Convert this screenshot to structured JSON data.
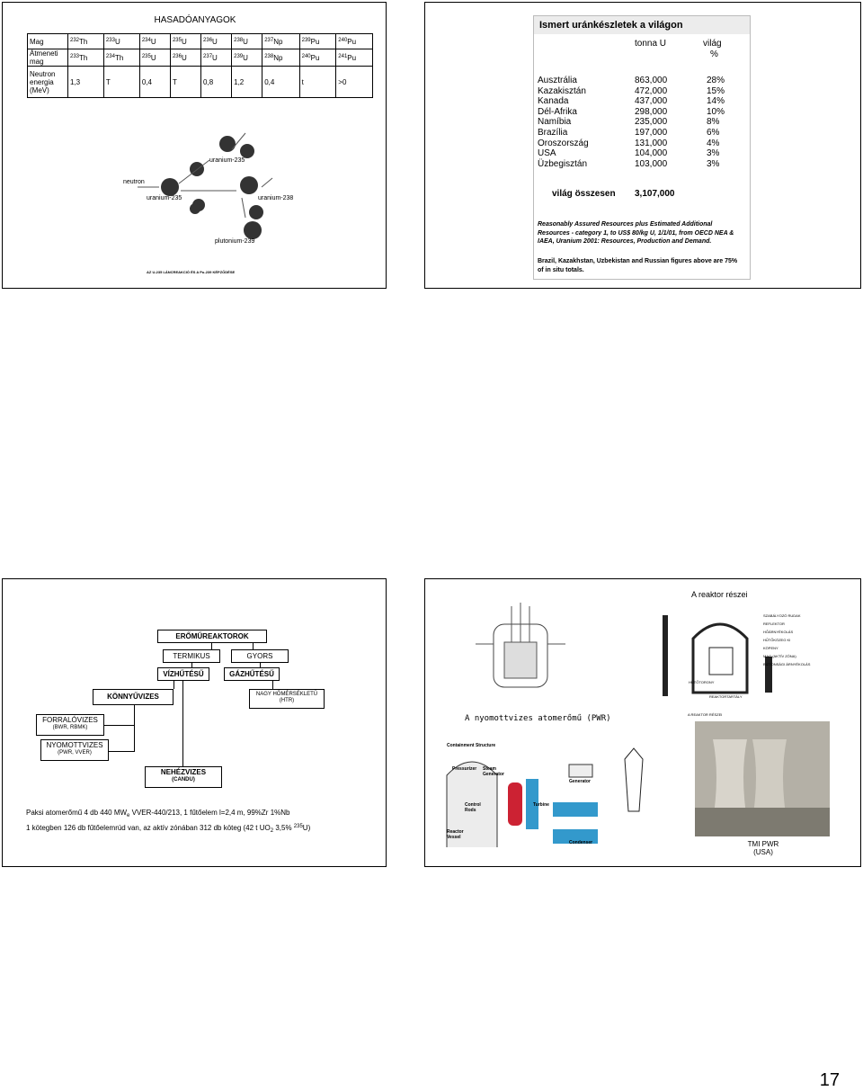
{
  "slide1": {
    "title": "HASADÓANYAGOK",
    "table": {
      "row1": {
        "label": "Mag",
        "cells": [
          {
            "mass": "232",
            "el": "Th"
          },
          {
            "mass": "233",
            "el": "U"
          },
          {
            "mass": "234",
            "el": "U"
          },
          {
            "mass": "235",
            "el": "U"
          },
          {
            "mass": "236",
            "el": "U"
          },
          {
            "mass": "238",
            "el": "U"
          },
          {
            "mass": "237",
            "el": "Np"
          },
          {
            "mass": "239",
            "el": "Pu"
          },
          {
            "mass": "240",
            "el": "Pu"
          }
        ]
      },
      "row2": {
        "label": "Átmeneti mag",
        "cells": [
          {
            "mass": "233",
            "el": "Th"
          },
          {
            "mass": "234",
            "el": "Th"
          },
          {
            "mass": "235",
            "el": "U"
          },
          {
            "mass": "236",
            "el": "U"
          },
          {
            "mass": "237",
            "el": "U"
          },
          {
            "mass": "239",
            "el": "U"
          },
          {
            "mass": "238",
            "el": "Np"
          },
          {
            "mass": "240",
            "el": "Pu"
          },
          {
            "mass": "241",
            "el": "Pu"
          }
        ]
      },
      "row3": {
        "label": "Neutron energia (MeV)",
        "cells": [
          "1,3",
          "T",
          "0,4",
          "T",
          "0,8",
          "1,2",
          "0,4",
          "t",
          ">0"
        ]
      }
    },
    "diagram": {
      "neutron": "neutron",
      "u235_left": "uranium-235",
      "u235_top": "uranium-235",
      "u238": "uranium-238",
      "pu239": "plutonium-239",
      "caption": "AZ U-235 LÁNCREAKCIÓ ÉS A Pu-239 KÉPZŐDÉSE"
    }
  },
  "slide2": {
    "title": "Ismert uránkészletek a világon",
    "col1": "tonna U",
    "col2": "világ",
    "col2b": "%",
    "rows": [
      {
        "country": "Ausztrália",
        "tonnes": "863,000",
        "pct": "28%"
      },
      {
        "country": "Kazakisztán",
        "tonnes": "472,000",
        "pct": "15%"
      },
      {
        "country": "Kanada",
        "tonnes": "437,000",
        "pct": "14%"
      },
      {
        "country": "Dél-Afrika",
        "tonnes": "298,000",
        "pct": "10%"
      },
      {
        "country": "Namíbia",
        "tonnes": "235,000",
        "pct": "8%"
      },
      {
        "country": "Brazília",
        "tonnes": "197,000",
        "pct": "6%"
      },
      {
        "country": "Oroszország",
        "tonnes": "131,000",
        "pct": "4%"
      },
      {
        "country": "USA",
        "tonnes": "104,000",
        "pct": "3%"
      },
      {
        "country": "Üzbegisztán",
        "tonnes": "103,000",
        "pct": "3%"
      }
    ],
    "total_label": "világ összesen",
    "total_value": "3,107,000",
    "note1": "Reasonably Assured Resources plus Estimated Additional Resources - category 1, to US$ 80/kg U, 1/1/01, from OECD NEA & IAEA, Uranium 2001: Resources, Production and Demand.",
    "note2": "Brazil, Kazakhstan, Uzbekistan and Russian figures above are 75% of in situ totals."
  },
  "slide3": {
    "top": "ERŐMŰREAKTOROK",
    "termikus": "TERMIKUS",
    "gyors": "GYORS",
    "vizhutesu": "VÍZHŰTÉSŰ",
    "gazhutesu": "GÁZHŰTÉSŰ",
    "konnyuvizes": "KÖNNYŰVIZES",
    "htr": "NAGY HŐMÉRSÉKLETŰ",
    "htr_sub": "(HTR)",
    "forralo": "FORRALÓVIZES",
    "forralo_sub": "(BWR, RBMK)",
    "nyomott": "NYOMOTTVIZES",
    "nyomott_sub": "(PWR, VVER)",
    "nehez": "NEHÉZVIZES",
    "nehez_sub": "(CANDU)",
    "line1_a": "Paksi atomerőmű 4 db 440 MW",
    "line1_sub": "e",
    "line1_b": " VVER-440/213, 1 fűtőelem l=2,4 m, 99%Zr 1%Nb",
    "line2_a": "1 kötegben 126 db fűtőelemrúd van, az aktív zónában 312 db köteg (42 t UO",
    "line2_sub": "2",
    "line2_b": " 3,5% ",
    "line2_sup": "235",
    "line2_c": "U)"
  },
  "slide4": {
    "title": "A reaktor részei",
    "pwr_caption": "A nyomottvizes atomerőmű (PWR)",
    "reaktor_reszei": "A REAKTOR RÉSZEI",
    "reaktortartaly": "REAKTORTARTÁLY",
    "hutotorony": "HŰTŐTORONY",
    "labels_right": [
      "SZABÁLYOZÓ RUDAK",
      "REFLEKTOR",
      "HŐÁRNYÉKOLÁS",
      "HŰTŐKÖZEG KI",
      "KÖPENY",
      "MAG (AKTÍV ZÓNA)",
      "BIZTONSÁGI ÁRNYÉKOLÁS"
    ],
    "containment": "Containment Structure",
    "pressurizer": "Pressurizer",
    "steam_gen": "Steam Generator",
    "generator": "Generator",
    "control_rods": "Control Rods",
    "turbine": "Turbine",
    "reactor_vessel": "Reactor Vessel",
    "condenser": "Condenser",
    "tmi": "TMI PWR",
    "tmi2": "(USA)"
  },
  "page_number": "17"
}
